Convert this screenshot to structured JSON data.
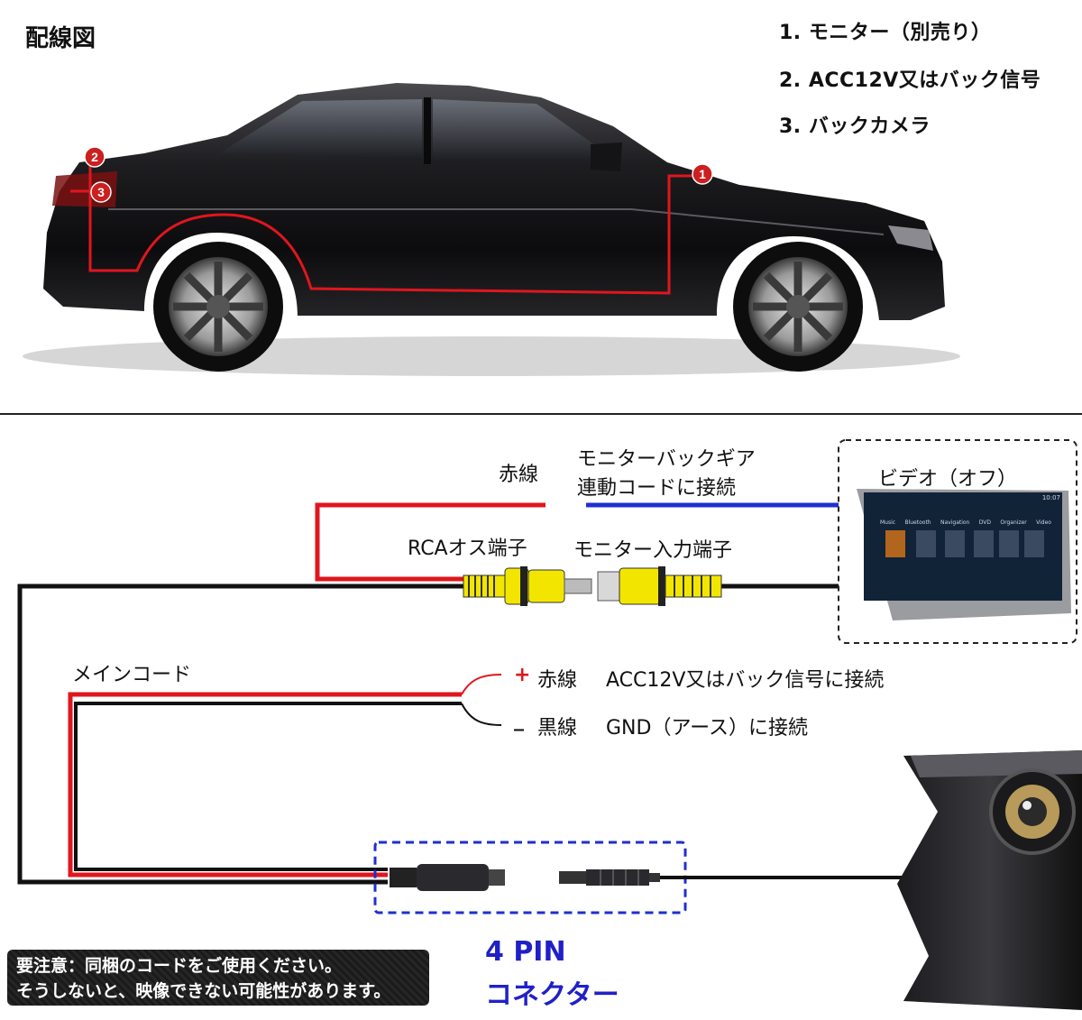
{
  "top": {
    "title": "配線図",
    "legend": [
      "1. モニター（別売り）",
      "2. ACC12V又はバック信号",
      "3. バックカメラ"
    ],
    "markers": [
      "1",
      "2",
      "3"
    ]
  },
  "wiring": {
    "red_wire_label": "赤線",
    "gear_line": [
      "モニターバックギア",
      "連動コードに接続"
    ],
    "video_label": "ビデオ（オフ）",
    "rca_male_label": "RCAオス端子",
    "monitor_input_label": "モニター入力端子",
    "main_cord_label": "メインコード",
    "plus_sign": "+",
    "minus_sign": "_",
    "red_label": "赤線",
    "red_desc": "ACC12V又はバック信号に接続",
    "black_label": "黒線",
    "black_desc": "GND（アース）に接続",
    "pin_title": "4 PIN",
    "pin_sub": "コネクター",
    "warning": [
      "要注意：同梱のコードをご使用ください。",
      "そうしないと、映像できない可能性があります。"
    ],
    "screen_menu": [
      "Music",
      "Bluetooth",
      "Navigation",
      "DVD",
      "Organizer",
      "Video"
    ],
    "screen_time": "10:07"
  },
  "colors": {
    "red_wire": "#e0161e",
    "black_wire": "#111111",
    "blue_wire": "#1f2fd0",
    "rca_yellow": "#f2e600",
    "marker_red": "#cc1f1f"
  }
}
